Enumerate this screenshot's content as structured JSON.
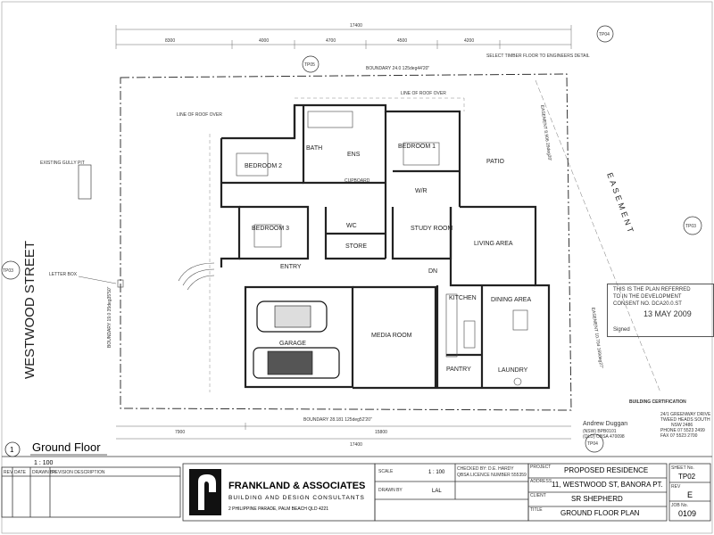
{
  "street": {
    "name": "WESTWOOD STREET"
  },
  "gully_label": "EXISTING GULLY PIT",
  "letter_box": "LETTER BOX",
  "boundaries": {
    "top": "BOUNDARY 24.0 125deg44'20\"",
    "bottom": "BOUNDARY 28.181 125deg52'20\"",
    "left": "BOUNDARY 19.0 35deg35'50\"",
    "easement_top": "EASEMENT 8.906 29deg20'",
    "easement_right": "EASEMENT 10.704 169deg27'"
  },
  "easement_label": "EASEMENT",
  "timber_note": "SELECT TIMBER FLOOR TO ENGINEERS DETAIL",
  "roof_notes": [
    "LINE OF ROOF OVER",
    "LINE OF ROOF OVER"
  ],
  "dims_top": [
    "17400",
    "8300",
    "4000",
    "4700",
    "4500",
    "4200"
  ],
  "dims_bottom": [
    "7900",
    "15800",
    "17400"
  ],
  "tp_markers": [
    "TP04",
    "TP05",
    "TP03",
    "TP03",
    "TP04"
  ],
  "rooms": {
    "bath": "BATH",
    "ens": "ENS",
    "bed1": "BEDROOM 1",
    "bed2": "BEDROOM 2",
    "bed3": "BEDROOM 3",
    "wc": "WC",
    "store": "STORE",
    "study": "STUDY ROOM",
    "living": "LIVING AREA",
    "patio": "PATIO",
    "wr": "W/R",
    "entry": "ENTRY",
    "kitchen": "KITCHEN",
    "dining": "DINING AREA",
    "garage": "GARAGE",
    "media": "MEDIA ROOM",
    "pantry": "PANTRY",
    "laundry": "LAUNDRY",
    "dn": "DN",
    "cupboard": "CUPBOARD"
  },
  "stamp": {
    "lines": [
      "THIS IS THE PLAN REFERRED",
      "TO IN THE DEVELOPMENT",
      "CONSENT NO. DCA20.0.ST",
      "13 MAY 2009"
    ],
    "signed": "Signed"
  },
  "certification": {
    "title": "BUILDING CERTIFICATION",
    "name": "Andrew Duggan",
    "codes": [
      "(NSW) BPB0101",
      "(QLD) OBSA 470098"
    ],
    "address": [
      "24/1 GREENWAY DRIVE",
      "TWEED HEADS SOUTH",
      "NSW 2486",
      "PHONE 07 5523 2499",
      "FAX 07 5523 2700"
    ]
  },
  "drawing": {
    "label": "Ground Floor",
    "marker": "1",
    "scale": "1 : 100"
  },
  "revisions": {
    "headers": [
      "REV",
      "DATE",
      "DRAWN BY",
      "REVISION DESCRIPTION"
    ]
  },
  "firm": {
    "name": "FRANKLAND & ASSOCIATES",
    "sub": "BUILDING AND DESIGN CONSULTANTS",
    "address": "2 PHILIPPINE PARADE, PALM BEACH QLD 4221"
  },
  "titleblock": {
    "scale_label": "SCALE",
    "scale_value": "1 : 100",
    "drawn_label": "DRAWN BY",
    "drawn_value": "LAL",
    "checked": "CHECKED BY: D.E. HARDY",
    "licence": "QBSA LICENCE NUMBER 555359",
    "project_label": "PROJECT",
    "project": "PROPOSED RESIDENCE",
    "address_label": "ADDRESS",
    "address": "11, WESTWOOD ST, BANORA PT.",
    "client_label": "CLIENT",
    "client": "SR SHEPHERD",
    "title_label": "TITLE",
    "title": "GROUND FLOOR PLAN",
    "sheet_label": "SHEET No.",
    "sheet": "TP02",
    "rev_label": "REV",
    "rev": "E",
    "job_label": "JOB No.",
    "job": "0109"
  }
}
